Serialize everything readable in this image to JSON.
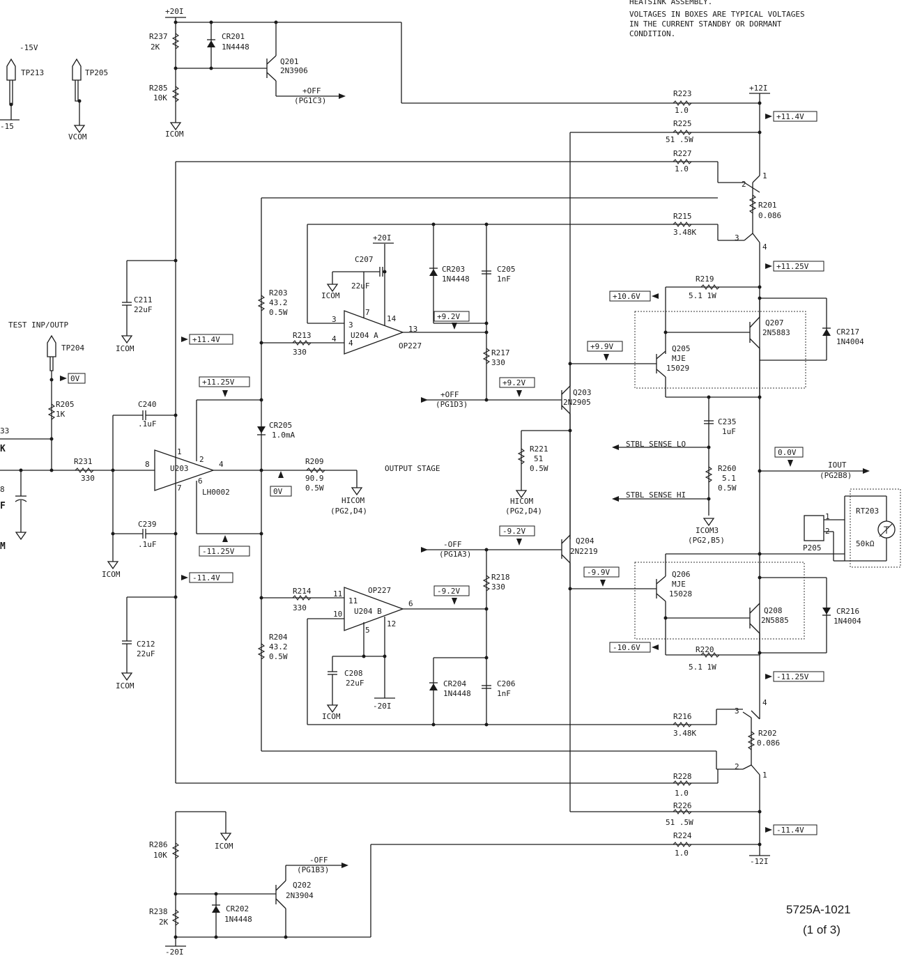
{
  "notes": [
    "HEATSINK ASSEMBLY.",
    "VOLTAGES IN BOXES ARE TYPICAL VOLTAGES",
    "IN THE CURRENT STANDBY OR DORMANT",
    "CONDITION."
  ],
  "drawing_no": "5725A-1021",
  "sheet": "(1 of 3)",
  "stage_label": "OUTPUT STAGE",
  "test_label": "TEST INP/OUTP",
  "rails": {
    "p20": "+20I",
    "n20": "-20I",
    "p12": "+12I",
    "n12": "-12I",
    "n15": "-15V",
    "n15b": "-15"
  },
  "commons": {
    "icom": "ICOM",
    "vcom": "VCOM",
    "hicom": "HICOM",
    "icom3": "ICOM3"
  },
  "testpoints": {
    "tp213": "TP213",
    "tp205": "TP205",
    "tp204": "TP204"
  },
  "components": {
    "r237": {
      "ref": "R237",
      "val": "2K"
    },
    "r285": {
      "ref": "R285",
      "val": "10K"
    },
    "cr201": {
      "ref": "CR201",
      "val": "1N4448"
    },
    "q201": {
      "ref": "Q201",
      "val": "2N3906"
    },
    "r223": {
      "ref": "R223",
      "val": "1.0"
    },
    "r225": {
      "ref": "R225",
      "val": "51 .5W"
    },
    "r227": {
      "ref": "R227",
      "val": "1.0"
    },
    "r215": {
      "ref": "R215",
      "val": "3.48K"
    },
    "r201": {
      "ref": "R201",
      "val": "0.086"
    },
    "c207": {
      "ref": "C207",
      "val": "22uF"
    },
    "cr203": {
      "ref": "CR203",
      "val": "1N4448"
    },
    "c205": {
      "ref": "C205",
      "val": "1nF"
    },
    "c211": {
      "ref": "C211",
      "val": "22uF"
    },
    "r203": {
      "ref": "R203",
      "val": "43.2",
      "pw": "0.5W"
    },
    "r213": {
      "ref": "R213",
      "val": "330"
    },
    "u204a": {
      "ref": "U204 A",
      "val": "OP227"
    },
    "r217": {
      "ref": "R217",
      "val": "330"
    },
    "r219": {
      "ref": "R219",
      "val": "5.1 1W"
    },
    "q207": {
      "ref": "Q207",
      "val": "2N5883"
    },
    "cr217": {
      "ref": "CR217",
      "val": "1N4004"
    },
    "q205": {
      "ref": "Q205",
      "val": "MJE",
      "val2": "15029"
    },
    "q203": {
      "ref": "Q203",
      "val": "2N2905"
    },
    "r205": {
      "ref": "R205",
      "val": "1K"
    },
    "c240": {
      "ref": "C240",
      "val": ".1uF"
    },
    "cr205": {
      "ref": "CR205",
      "val": "1.0mA"
    },
    "c235": {
      "ref": "C235",
      "val": "1uF"
    },
    "r231": {
      "ref": "R231",
      "val": "330"
    },
    "u203": {
      "ref": "U203",
      "val": "LH0002"
    },
    "r209": {
      "ref": "R209",
      "val": "90.9",
      "pw": "0.5W"
    },
    "r221": {
      "ref": "R221",
      "val": "51",
      "pw": "0.5W"
    },
    "r260": {
      "ref": "R260",
      "val": "5.1",
      "pw": "0.5W"
    },
    "rt203": {
      "ref": "RT203",
      "val": "50kΩ"
    },
    "p205": {
      "ref": "P205"
    },
    "c239": {
      "ref": "C239",
      "val": ".1uF"
    },
    "q204": {
      "ref": "Q204",
      "val": "2N2219"
    },
    "q206": {
      "ref": "Q206",
      "val": "MJE",
      "val2": "15028"
    },
    "r214": {
      "ref": "R214",
      "val": "330"
    },
    "u204b": {
      "ref": "U204 B",
      "val": "OP227"
    },
    "r218": {
      "ref": "R218",
      "val": "330"
    },
    "q208": {
      "ref": "Q208",
      "val": "2N5885"
    },
    "cr216": {
      "ref": "CR216",
      "val": "1N4004"
    },
    "r204": {
      "ref": "R204",
      "val": "43.2",
      "pw": "0.5W"
    },
    "c212": {
      "ref": "C212",
      "val": "22uF"
    },
    "r220": {
      "ref": "R220",
      "val": "5.1 1W"
    },
    "c208": {
      "ref": "C208",
      "val": "22uF"
    },
    "cr204": {
      "ref": "CR204",
      "val": "1N4448"
    },
    "c206": {
      "ref": "C206",
      "val": "1nF"
    },
    "r216": {
      "ref": "R216",
      "val": "3.48K"
    },
    "r202": {
      "ref": "R202",
      "val": "0.086"
    },
    "r228": {
      "ref": "R228",
      "val": "1.0"
    },
    "r226": {
      "ref": "R226",
      "val": "51 .5W"
    },
    "r224": {
      "ref": "R224",
      "val": "1.0"
    },
    "r286": {
      "ref": "R286",
      "val": "10K"
    },
    "r238": {
      "ref": "R238",
      "val": "2K"
    },
    "cr202": {
      "ref": "CR202",
      "val": "1N4448"
    },
    "q202": {
      "ref": "Q202",
      "val": "2N3904"
    }
  },
  "signals": {
    "poff1": "+OFF",
    "poff1_ref": "(PG1C3)",
    "poff2": "+OFF",
    "poff2_ref": "(PG1D3)",
    "noff1": "-OFF",
    "noff1_ref": "(PG1A3)",
    "noff2": "-OFF",
    "noff2_ref": "(PG1B3)",
    "hicom_ref1": "(PG2,D4)",
    "hicom_ref2": "(PG2,D4)",
    "icom3_ref": "(PG2,B5)",
    "iout": "IOUT",
    "iout_ref": "(PG2B8)",
    "stbl_lo": "STBL SENSE LO",
    "stbl_hi": "STBL SENSE HI"
  },
  "voltages": {
    "v_p114_top": "+11.4V",
    "v_p1125_right": "+11.25V",
    "v_p106": "+10.6V",
    "v_p99": "+9.9V",
    "v_p92a": "+9.2V",
    "v_p92b": "+9.2V",
    "v_p114_left": "+11.4V",
    "v_p1125_left": "+11.25V",
    "v_0v_tp": "0V",
    "v_0v_mid": "0V",
    "v_00v": "0.0V",
    "v_n1125_left": "-11.25V",
    "v_n114_left": "-11.4V",
    "v_n92a": "-9.2V",
    "v_n92b": "-9.2V",
    "v_n99": "-9.9V",
    "v_n106": "-10.6V",
    "v_n1125_right": "-11.25V",
    "v_n114_bot": "-11.4V"
  },
  "edge_labels": {
    "k": "K",
    "n33": "33",
    "n8": "8",
    "f": "F",
    "m": "M"
  },
  "pins": {
    "p1": "1",
    "p2": "2",
    "p3": "3",
    "p4": "4",
    "p6": "6",
    "p7": "7",
    "p8": "8",
    "p5": "5",
    "p10": "10",
    "p11": "11",
    "p12": "12",
    "p13": "13",
    "p14": "14"
  }
}
